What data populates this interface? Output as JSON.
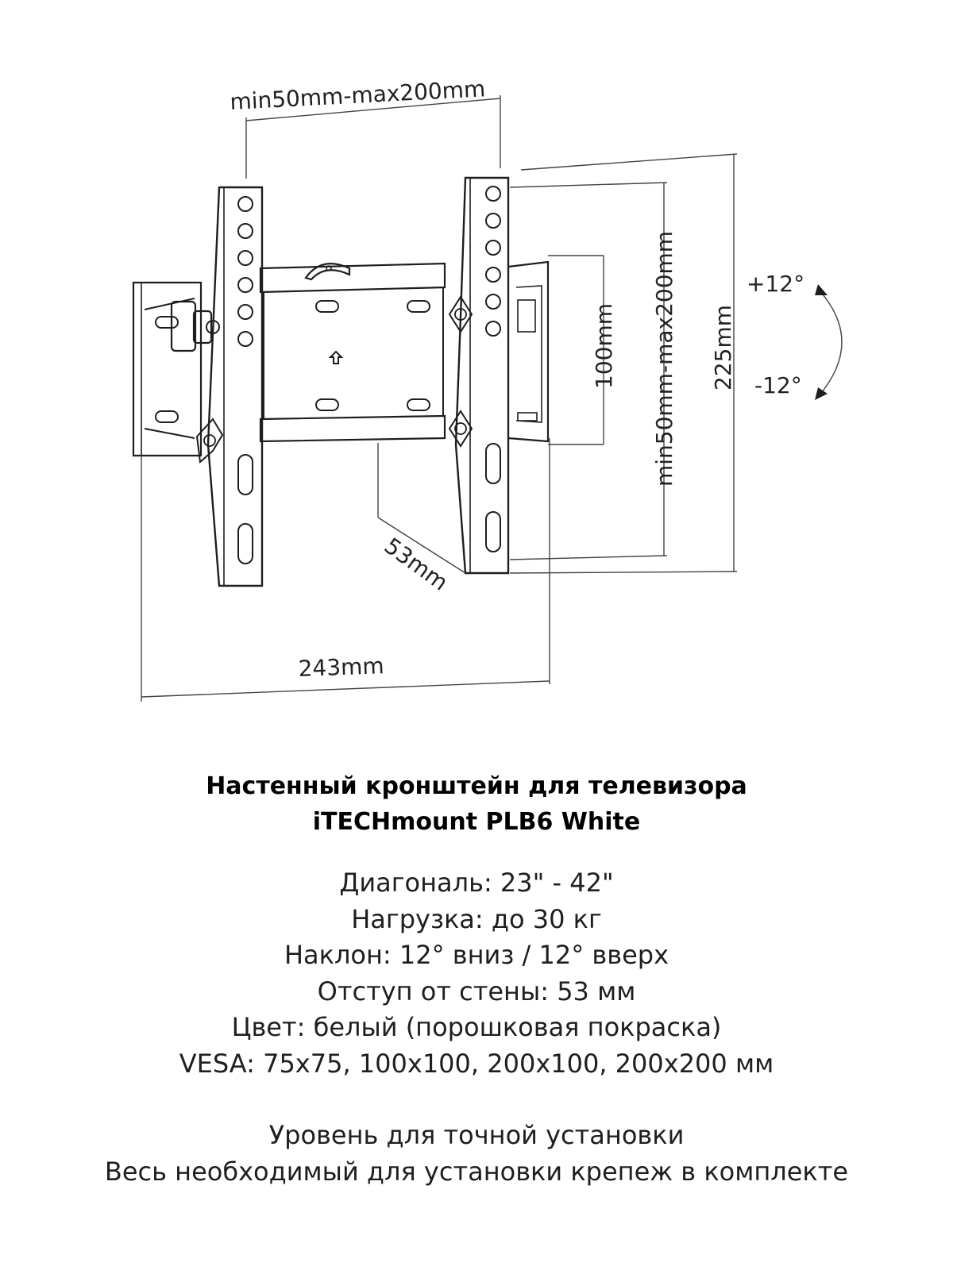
{
  "diagram": {
    "labels": {
      "top_width": "min50mm-max200mm",
      "vertical_range": "min50mm-max200mm",
      "inner_height": "100mm",
      "total_height": "225mm",
      "depth": "53mm",
      "total_width": "243mm",
      "tilt_up": "+12°",
      "tilt_down": "-12°"
    },
    "colors": {
      "line": "#1e1e1e",
      "background": "#ffffff"
    }
  },
  "title": {
    "line1": "Настенный кронштейн для телевизора",
    "line2": "iTECHmount PLB6 White"
  },
  "specs": [
    "Диагональ: 23\" - 42\"",
    "Нагрузка: до 30 кг",
    "Наклон: 12° вниз / 12° вверх",
    "Отступ от стены: 53 мм",
    "Цвет: белый (порошковая покраска)",
    "VESA: 75x75, 100x100, 200x100, 200x200 мм"
  ],
  "extras": [
    "Уровень для точной установки",
    "Весь необходимый для установки крепеж в комплекте"
  ]
}
